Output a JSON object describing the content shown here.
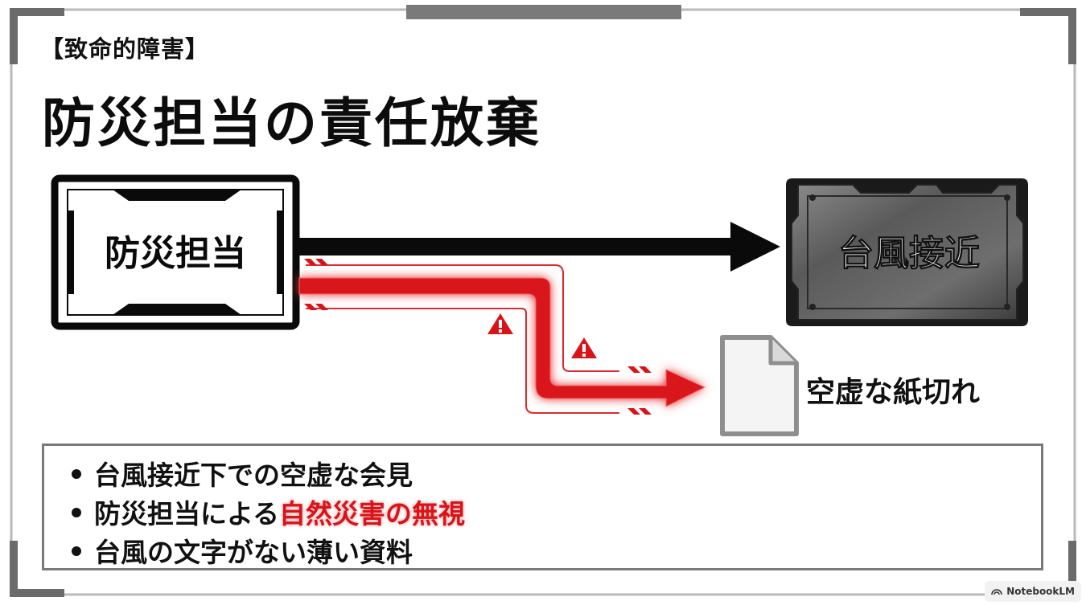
{
  "header": {
    "subtitle": "【致命的障害】",
    "title": "防災担当の責任放棄"
  },
  "diagram": {
    "source_label": "防災担当",
    "target_label": "台風接近",
    "document_label": "空虚な紙切れ"
  },
  "bullets": [
    {
      "text": "台風接近下での空虚な会見"
    },
    {
      "text": "防災担当による",
      "highlight": "自然災害の無視"
    },
    {
      "text": "台風の文字がない薄い資料"
    }
  ],
  "badge": {
    "label": "NotebookLM",
    "icon": "notebooklm-logo-icon"
  },
  "colors": {
    "accent_red": "#d8141a",
    "arrow_black": "#0a0a0a",
    "metal_dark": "#3a3a3a"
  }
}
